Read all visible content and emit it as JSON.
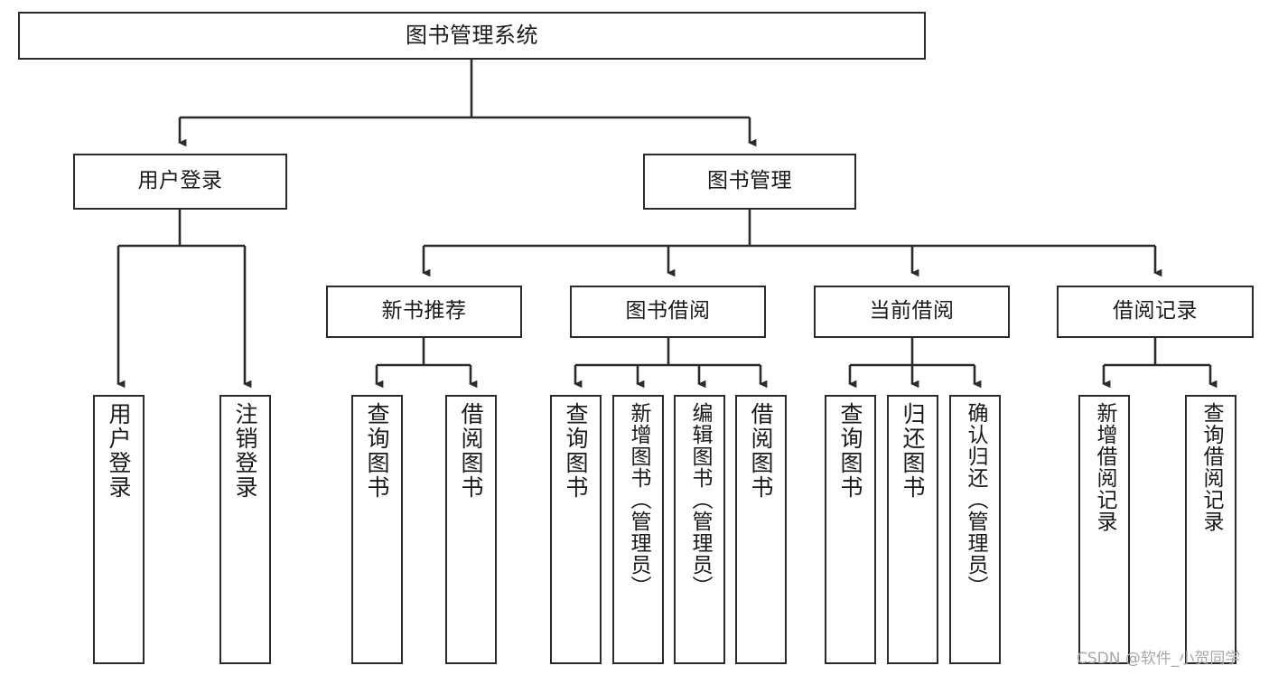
{
  "diagram": {
    "type": "tree-hierarchy",
    "title": "图书管理系统",
    "orientation": "top-down",
    "colors": {
      "box_border": "#2b2b2b",
      "box_fill": "#ffffff",
      "edge": "#2b2b2b",
      "text": "#1a1a1a",
      "watermark": "#a8a8a8",
      "background": "#ffffff"
    },
    "nodes": {
      "root": {
        "label": "图书管理系统"
      },
      "level1": [
        {
          "id": "user-login",
          "label": "用户登录"
        },
        {
          "id": "book-management",
          "label": "图书管理"
        }
      ],
      "level2": [
        {
          "id": "new-book-recommend",
          "label": "新书推荐"
        },
        {
          "id": "book-borrow",
          "label": "图书借阅"
        },
        {
          "id": "current-borrow",
          "label": "当前借阅"
        },
        {
          "id": "borrow-record",
          "label": "借阅记录"
        }
      ],
      "leaves": {
        "user-login": [
          {
            "id": "leaf-user-login",
            "label": "用户登录"
          },
          {
            "id": "leaf-logout-login",
            "label": "注销登录"
          }
        ],
        "new-book-recommend": [
          {
            "id": "leaf-query-book-1",
            "label": "查询图书"
          },
          {
            "id": "leaf-borrow-book-1",
            "label": "借阅图书"
          }
        ],
        "book-borrow": [
          {
            "id": "leaf-query-book-2",
            "label": "查询图书"
          },
          {
            "id": "leaf-add-book",
            "label": "新增图书（管理员）"
          },
          {
            "id": "leaf-edit-book",
            "label": "编辑图书（管理员）"
          },
          {
            "id": "leaf-borrow-book-2",
            "label": "借阅图书"
          }
        ],
        "current-borrow": [
          {
            "id": "leaf-query-book-3",
            "label": "查询图书"
          },
          {
            "id": "leaf-return-book",
            "label": "归还图书"
          },
          {
            "id": "leaf-confirm-return",
            "label": "确认归还（管理员）"
          }
        ],
        "borrow-record": [
          {
            "id": "leaf-add-record",
            "label": "新增借阅记录"
          },
          {
            "id": "leaf-query-record",
            "label": "查询借阅记录"
          }
        ]
      }
    },
    "watermark": "CSDN @软件_小贺同学"
  }
}
